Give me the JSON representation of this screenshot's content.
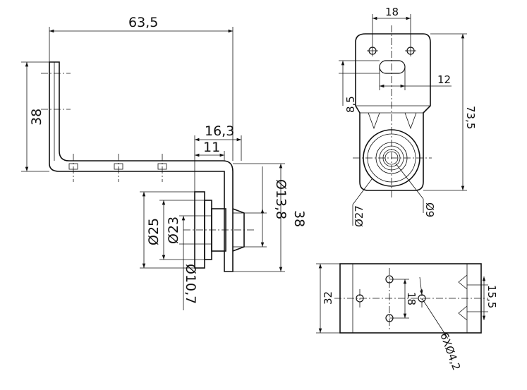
{
  "side_view": {
    "overall_width": "63,5",
    "height": "38",
    "offset": "16,3",
    "inner_offset": "11",
    "dia_small": "Ø13,8",
    "dia_outer": "Ø25",
    "dia_mid": "Ø23",
    "dia_bore": "Ø10,7",
    "right_height": "38"
  },
  "front_view": {
    "top_width": "18",
    "slot_width": "12",
    "slot_offset": "8,5",
    "total_height": "73,5",
    "dia_large": "Ø27",
    "dia_small": "Ø9"
  },
  "bottom_view": {
    "width": "32",
    "spacing": "18",
    "right_dim": "15,5",
    "holes": "6XØ4,2"
  }
}
